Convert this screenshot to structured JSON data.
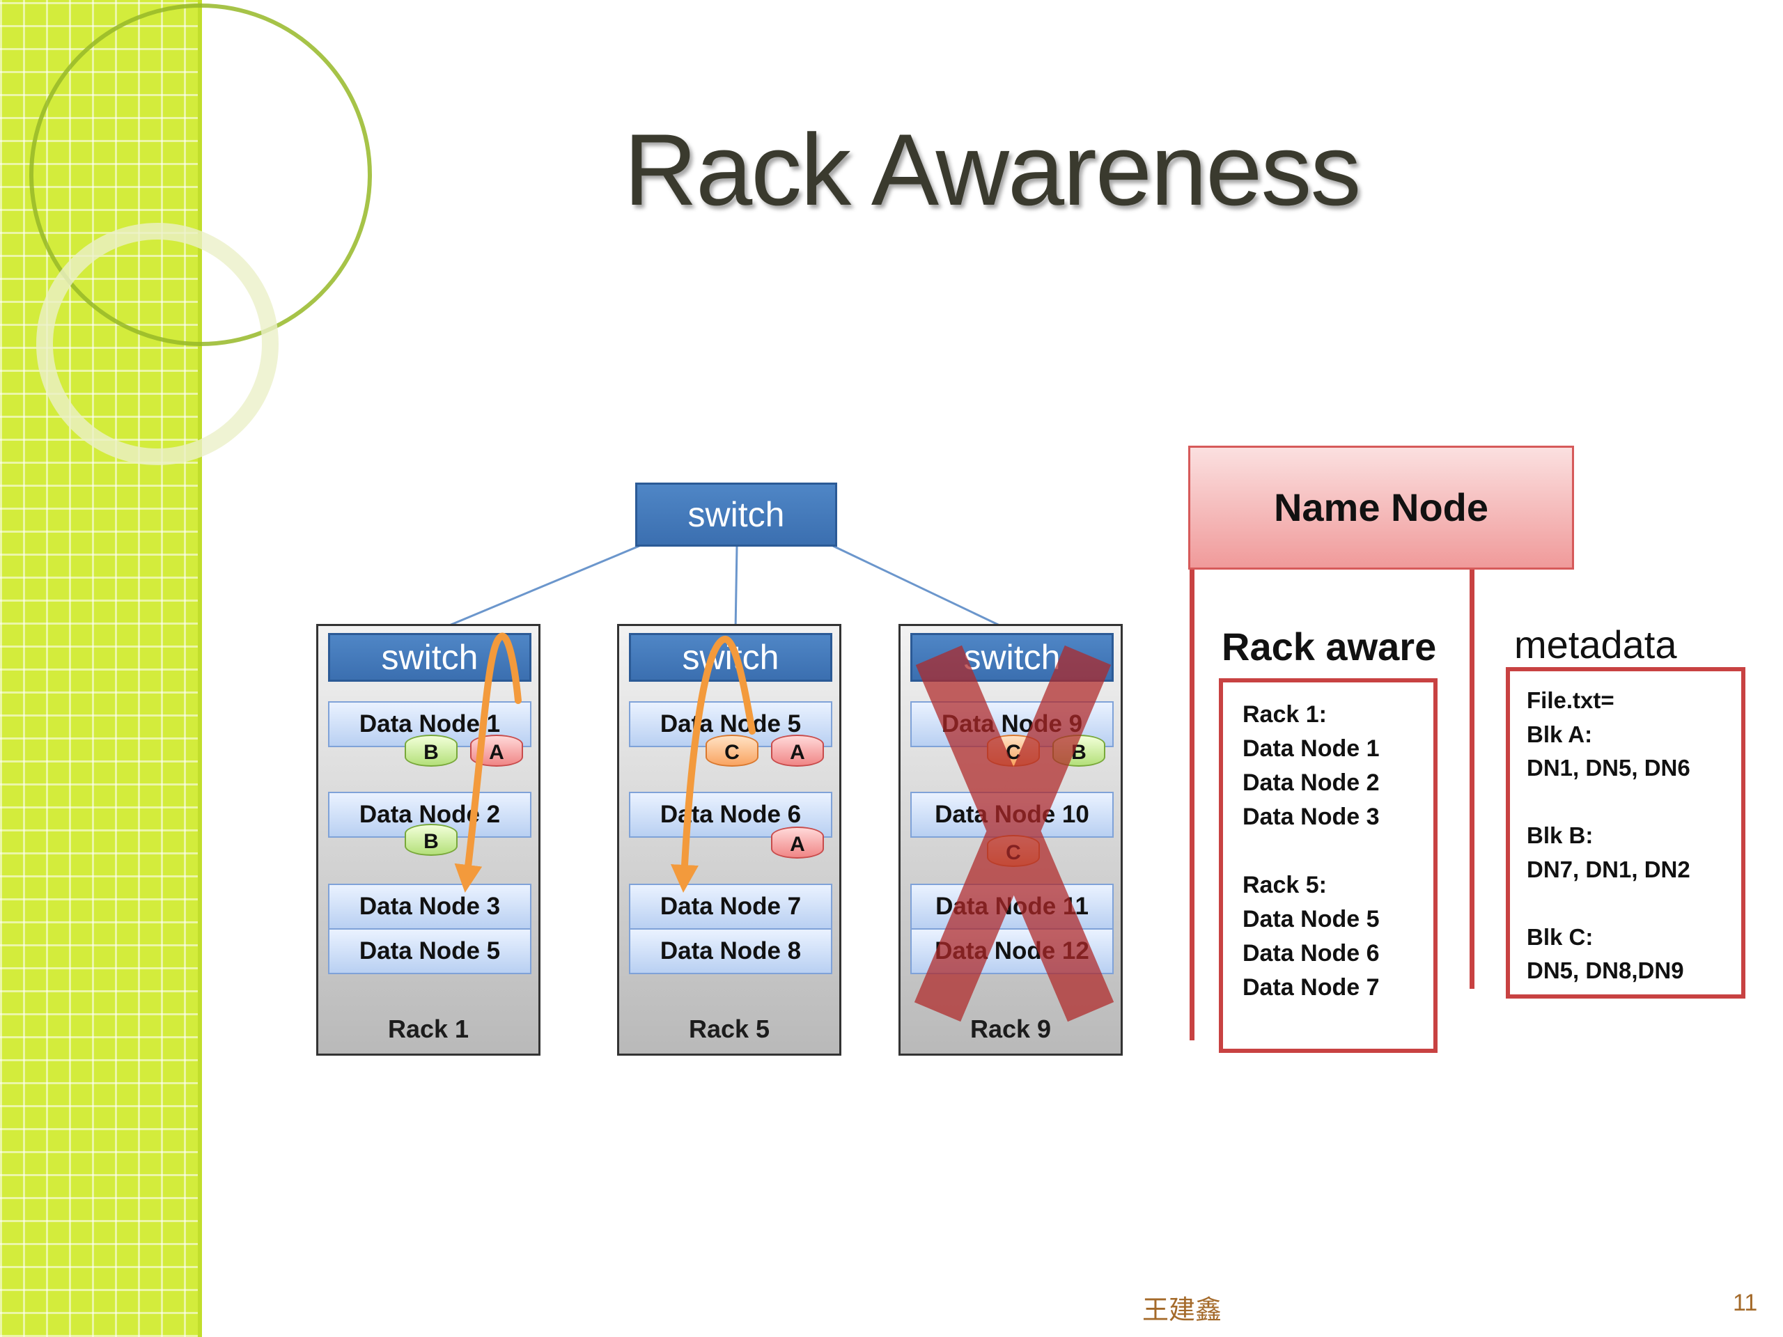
{
  "slide": {
    "title": "Rack Awareness",
    "author": "王建鑫",
    "page_number": "11"
  },
  "core_switch": {
    "label": "switch"
  },
  "racks": [
    {
      "label": "Rack 1",
      "switch_label": "switch",
      "nodes": [
        "Data Node 1",
        "Data Node 2",
        "Data Node 3",
        "Data Node 5"
      ],
      "blocks": [
        "B",
        "A",
        "B"
      ]
    },
    {
      "label": "Rack 5",
      "switch_label": "switch",
      "nodes": [
        "Data Node 5",
        "Data Node 6",
        "Data Node 7",
        "Data Node 8"
      ],
      "blocks": [
        "C",
        "A",
        "A"
      ]
    },
    {
      "label": "Rack 9",
      "switch_label": "switch",
      "failed": true,
      "nodes": [
        "Data Node 9",
        "Data Node 10",
        "Data Node 11",
        "Data Node 12"
      ],
      "blocks": [
        "C",
        "B",
        "C"
      ]
    }
  ],
  "name_node": {
    "label": "Name Node",
    "rack_aware": {
      "heading": "Rack aware",
      "lines": [
        "Rack 1:",
        "Data Node 1",
        "Data Node 2",
        "Data Node 3",
        "",
        "Rack 5:",
        "Data Node 5",
        "Data Node 6",
        "Data Node 7"
      ]
    },
    "metadata": {
      "heading": "metadata",
      "lines": [
        "File.txt=",
        "Blk A:",
        "DN1, DN5, DN6",
        "",
        "Blk B:",
        "DN7, DN1, DN2",
        "",
        "Blk C:",
        "DN5, DN8,DN9"
      ]
    }
  },
  "colors": {
    "band": "#d3ec3c",
    "switch": "#4a80c2",
    "arrow": "#f39a3c",
    "failure_x": "#b02828",
    "name_node": "#f09a9a",
    "box_border": "#c84242",
    "author": "#a46a2a"
  }
}
